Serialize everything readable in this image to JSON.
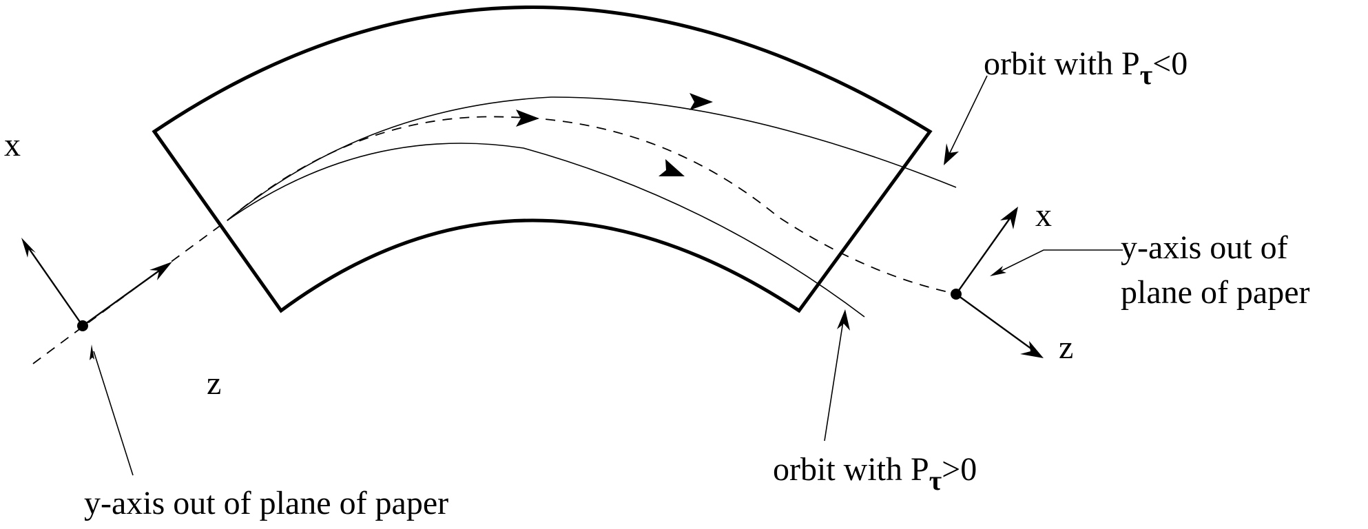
{
  "labels": {
    "left_axis_x": "x",
    "left_axis_z": "z",
    "right_axis_x": "x",
    "right_axis_z": "z",
    "left_y_axis_note": "y-axis out of plane of paper",
    "right_y_axis_note_line1": "y-axis out of",
    "right_y_axis_note_line2": "plane of paper",
    "orbit_negative": {
      "prefix": "orbit with P",
      "subscript": "τ",
      "suffix": "<0"
    },
    "orbit_positive": {
      "prefix": "orbit with P",
      "subscript": "τ",
      "suffix": ">0"
    }
  }
}
